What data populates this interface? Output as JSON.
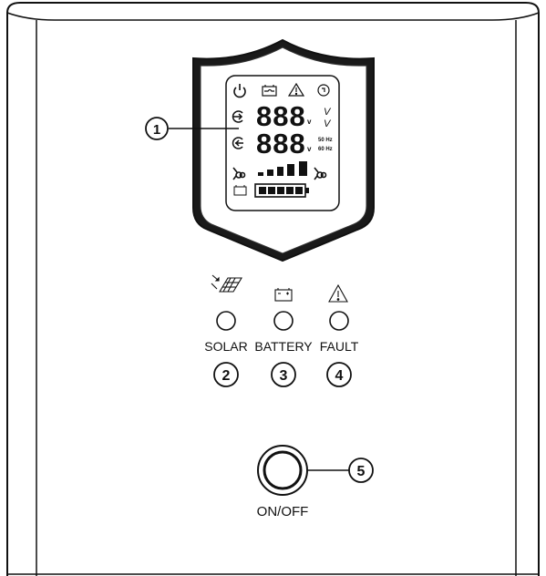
{
  "lcd": {
    "digits_input": "888",
    "digits_output": "888",
    "unit_v_small": "v",
    "voltage_upper": "V",
    "voltage_lower": "V",
    "freq_50": "50 Hz",
    "freq_60": "60 Hz"
  },
  "indicators": [
    {
      "label": "SOLAR",
      "icon": "solar-panel-icon"
    },
    {
      "label": "BATTERY",
      "icon": "battery-icon"
    },
    {
      "label": "FAULT",
      "icon": "warning-icon"
    }
  ],
  "callouts": {
    "display": "1",
    "solar": "2",
    "battery": "3",
    "fault": "4",
    "power": "5"
  },
  "power_button": {
    "label": "ON/OFF"
  },
  "icons": [
    "power-icon",
    "inverter-icon",
    "warning-icon",
    "settings-icon",
    "input-icon",
    "output-icon",
    "fan-icon",
    "battery-icon"
  ]
}
